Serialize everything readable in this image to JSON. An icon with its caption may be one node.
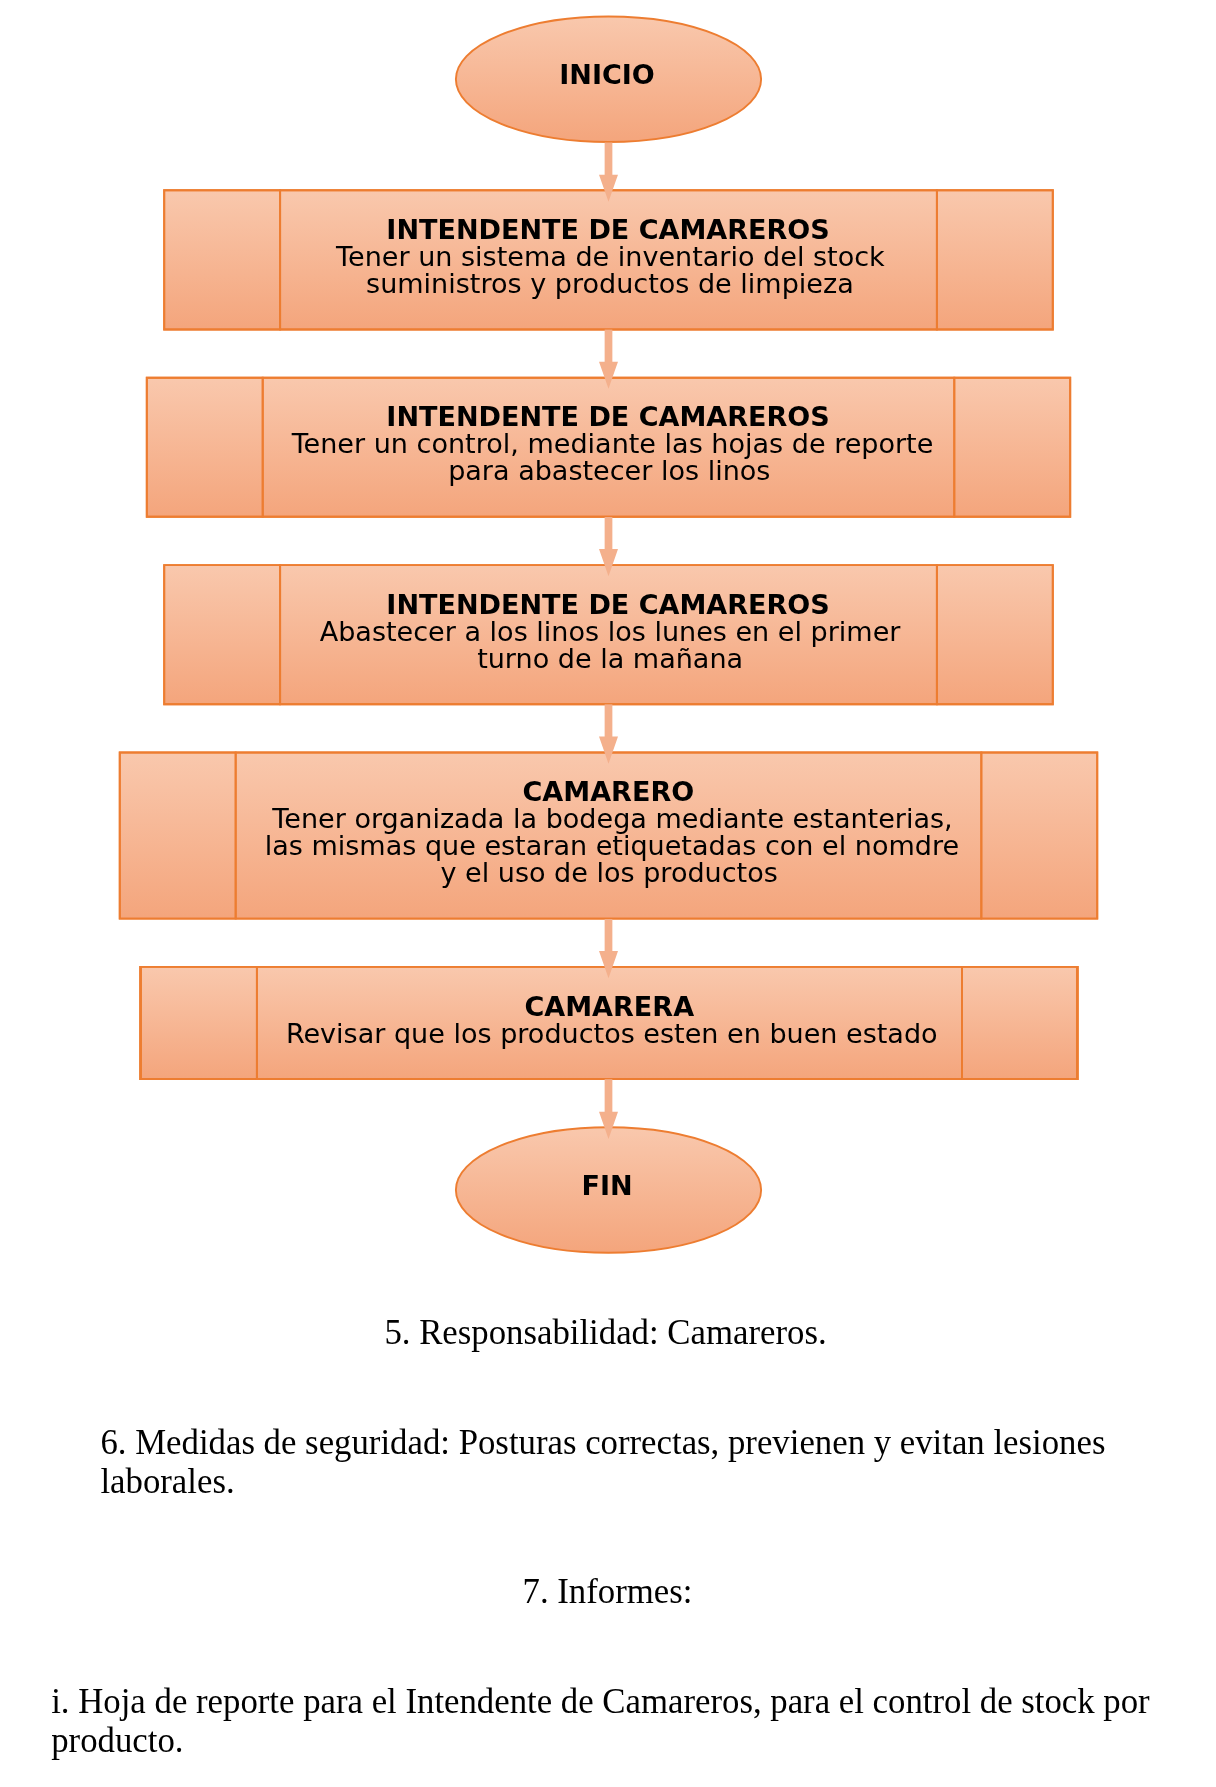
{
  "diagram": {
    "nodes": [
      {
        "text": [
          "INICIO"
        ]
      },
      {
        "text": [
          "INTENDENTE DE CAMAREROS",
          "Tener un sistema de inventario del stock suministros y productos de limpieza"
        ]
      },
      {
        "text": [
          "INTENDENTE DE CAMAREROS",
          "Tener un control, mediante las hojas de reporte para abastecer los linos"
        ]
      },
      {
        "text": [
          "INTENDENTE DE CAMAREROS",
          "Abastecer a los linos los lunes en el primer turno de la mañana"
        ]
      },
      {
        "text": [
          "CAMARERO",
          "Tener organizada la bodega mediante estanterias, las mismas que estaran etiquetadas con el nomdre y el uso de los productos"
        ]
      },
      {
        "text": [
          "CAMARERA",
          "Revisar que los productos esten en buen estado"
        ]
      },
      {
        "text": [
          "FIN"
        ]
      }
    ],
    "edges": [
      {
        "from": 0,
        "to": 1,
        "arrow": "to"
      },
      {
        "from": 1,
        "to": 2,
        "arrow": "to"
      },
      {
        "from": 2,
        "to": 3,
        "arrow": "to"
      },
      {
        "from": 3,
        "to": 4,
        "arrow": "to"
      },
      {
        "from": 4,
        "to": 5,
        "arrow": "to"
      },
      {
        "from": 5,
        "to": 6,
        "arrow": "to"
      }
    ],
    "labels": [
      "5. Responsabilidad: Camareros.",
      "6. Medidas de seguridad: Posturas correctas, previenen y evitan lesiones laborales.",
      "7. Informes:",
      "i. Hoja de reporte para el Intendente de Camareros, para el control de stock por producto."
    ]
  }
}
